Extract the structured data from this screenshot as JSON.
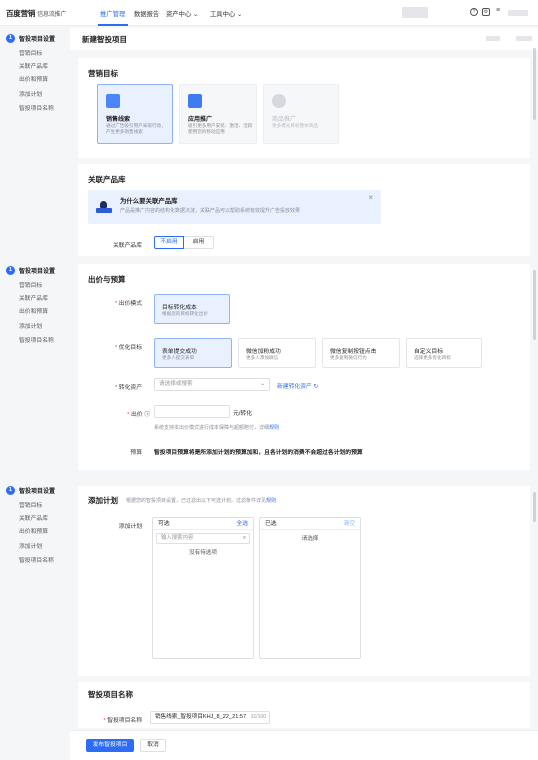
{
  "topbar": {
    "brand": "百度营销",
    "brand_sub": "信息流推广",
    "nav": [
      "推广管理",
      "数据报告",
      "资产中心",
      "工具中心"
    ]
  },
  "page_title": "新建智投项目",
  "sidebar": {
    "step_number": "1",
    "header": "智投项目设置",
    "items": [
      "营销目标",
      "关联产品库",
      "出价和预算",
      "添加计划",
      "智投项目名称"
    ]
  },
  "marketing": {
    "title": "营销目标",
    "options": [
      {
        "title": "销售线索",
        "desc": "通过广告吸引用户采取行动，产生更多销售线索",
        "state": "selected"
      },
      {
        "title": "应用推广",
        "desc": "吸引更多用户安装、激活、活跃使用您的移动应用",
        "state": "normal"
      },
      {
        "title": "商品推广",
        "desc": "更多曝光目标整体商品",
        "state": "disabled"
      }
    ]
  },
  "product_lib": {
    "title": "关联产品库",
    "notice_title": "为什么要关联产品库",
    "notice_desc": "产品是推广内容的结构化数据沉淀，关联产品可以帮助系统有效提升广告投放效果",
    "label": "关联产品库",
    "toggle": [
      "不启用",
      "启用"
    ],
    "toggle_selected": "不启用"
  },
  "bid": {
    "title": "出价与预算",
    "mode_label": "出价模式",
    "mode_option": {
      "title": "目标转化成本",
      "desc": "根据您的目标转化出价"
    },
    "goal_label": "优化目标",
    "goals": [
      {
        "title": "表单提交成功",
        "desc": "更多人提交表单",
        "selected": true
      },
      {
        "title": "微信加粉成功",
        "desc": "更多人添加微信",
        "selected": false
      },
      {
        "title": "微信复制按钮点击",
        "desc": "更多复制微信行为",
        "selected": false
      },
      {
        "title": "自定义目标",
        "desc": "选择更多优化目标",
        "selected": false
      }
    ],
    "asset_label": "转化资产",
    "asset_placeholder": "请选择或搜索",
    "asset_new": "新建转化资产",
    "price_label": "出价",
    "price_unit": "元/转化",
    "price_hint": "系统支持本出价模式进行成本保障与超额赔付，详细",
    "price_hint_link": "规则",
    "budget_label": "预算",
    "budget_text": "智投项目预算将是所添加计划的预算加和，且各计划的消费不会超过各计划的预算"
  },
  "add_plan": {
    "title": "添加计划",
    "subtitle": "根据您的智投项目设置，已过滤出以下可选计划。过滤条件详见",
    "subtitle_link": "规则",
    "label": "添加计划",
    "left_title": "可选",
    "left_action": "全选",
    "search_placeholder": "输入搜索内容",
    "left_empty": "没有待选项",
    "right_title": "已选",
    "right_action": "清空",
    "right_empty": "请选择"
  },
  "project_name": {
    "title": "智投项目名称",
    "label": "智投项目名称",
    "value": "销售线索_智投项目KHJ_8_22_21:57",
    "count": "31/100"
  },
  "footer": {
    "submit": "发布智投项目",
    "cancel": "取消"
  },
  "colors": {
    "accent": "#2c6cf6",
    "selected_bg": "#eaf1fe",
    "required": "#e5484d"
  }
}
